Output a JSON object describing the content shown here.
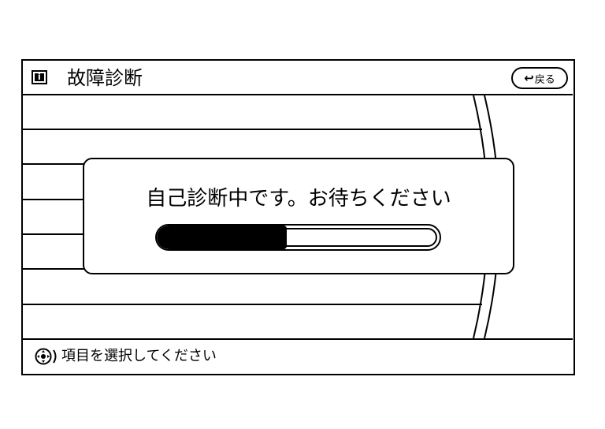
{
  "header": {
    "title": "故障診断",
    "info_icon": "i",
    "back_label": "戻る"
  },
  "dialog": {
    "message": "自己診断中です。お待ちください",
    "progress_percent": 46
  },
  "footer": {
    "hint": "項目を選択してください"
  }
}
